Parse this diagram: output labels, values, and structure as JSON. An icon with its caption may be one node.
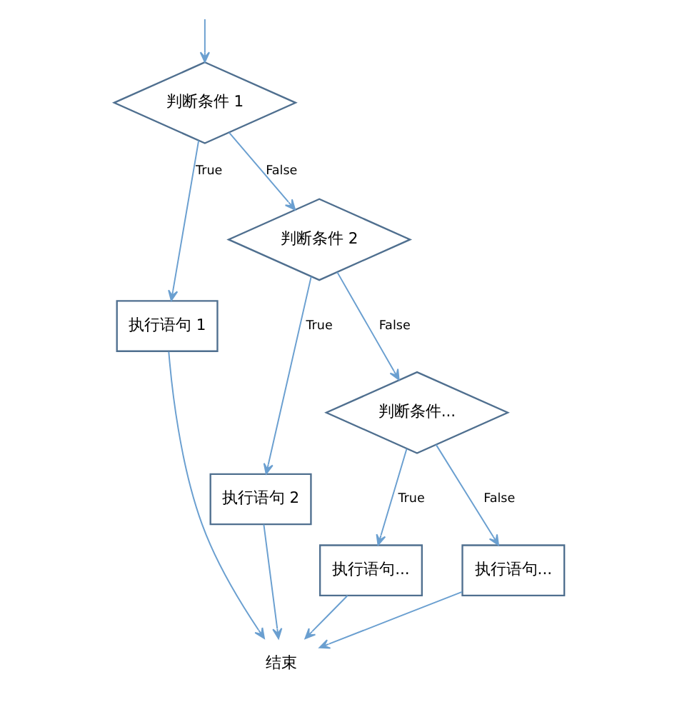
{
  "diagram": {
    "nodes": [
      {
        "text": [
          "判断条件 1"
        ]
      },
      {
        "text": [
          "执行语句 1"
        ]
      },
      {
        "text": [
          "判断条件 2"
        ]
      },
      {
        "text": [
          "执行语句 2"
        ]
      },
      {
        "text": [
          "判断条件..."
        ]
      },
      {
        "text": [
          "执行语句..."
        ]
      },
      {
        "text": [
          "执行语句..."
        ]
      },
      {
        "text": [
          "结束"
        ]
      }
    ],
    "edges": [
      {
        "from": null,
        "to": 0,
        "arrow": "to"
      },
      {
        "from": 0,
        "to": 1,
        "arrow": "to",
        "label": "True"
      },
      {
        "from": 0,
        "to": 2,
        "arrow": "to",
        "label": "False"
      },
      {
        "from": 2,
        "to": 3,
        "arrow": "to",
        "label": "True"
      },
      {
        "from": 2,
        "to": 4,
        "arrow": "to",
        "label": "False"
      },
      {
        "from": 4,
        "to": 5,
        "arrow": "to",
        "label": "True"
      },
      {
        "from": 4,
        "to": 6,
        "arrow": "to",
        "label": "False"
      },
      {
        "from": 1,
        "to": 7,
        "arrow": "to"
      },
      {
        "from": 3,
        "to": 7,
        "arrow": "to"
      },
      {
        "from": 5,
        "to": 7,
        "arrow": "to"
      },
      {
        "from": 6,
        "to": 7,
        "arrow": "to"
      }
    ]
  }
}
